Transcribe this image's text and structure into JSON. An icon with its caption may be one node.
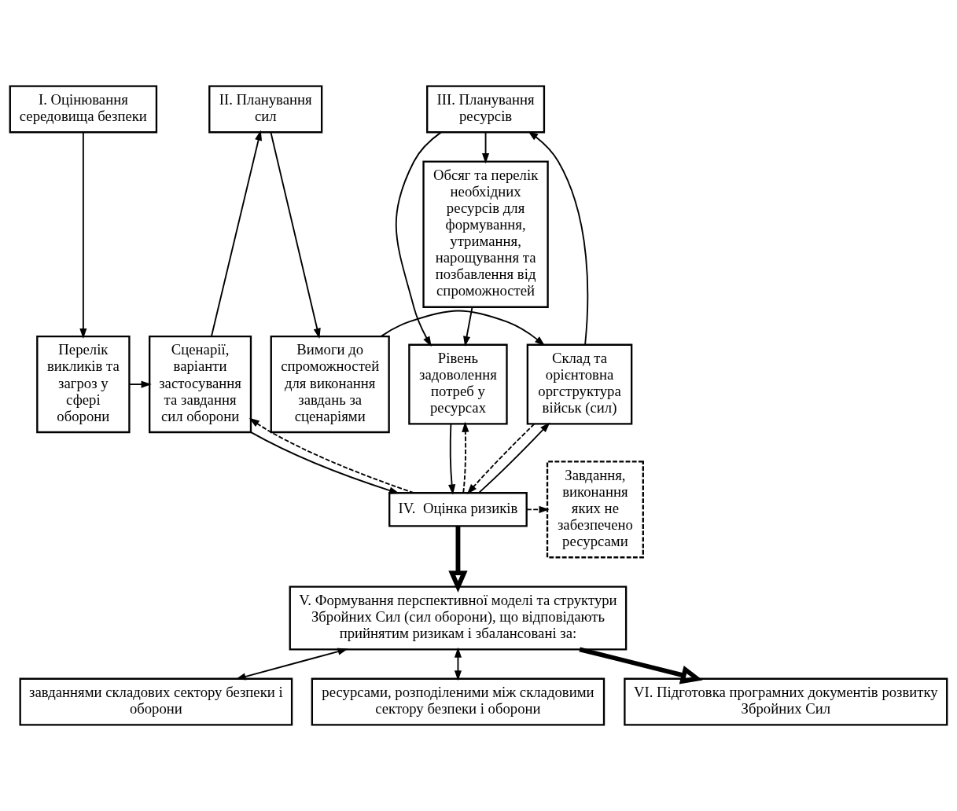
{
  "diagram": {
    "nodes": [
      {
        "text": [
          "I. Оцінювання середовища безпеки"
        ]
      },
      {
        "text": [
          "II. Планування сил"
        ]
      },
      {
        "text": [
          "III. Планування ресурсів"
        ]
      },
      {
        "text": [
          "Перелік викликів та загроз у сфері оборони"
        ]
      },
      {
        "text": [
          "Сценарії, варіанти застосування та завдання сил оборони"
        ]
      },
      {
        "text": [
          "Вимоги до спроможностей для виконання завдань за сценаріями"
        ]
      },
      {
        "text": [
          "Склад та орієнтовна оргструктура військ (сил)"
        ]
      },
      {
        "text": [
          "Рівень задоволення потреб у ресурсах"
        ]
      },
      {
        "text": [
          "Обсяг та перелік необхідних ресурсів для формування, утримання, нарощування та позбавлення від спроможностей"
        ]
      },
      {
        "text": [
          "Завдання, виконання яких не забезпечено ресурсами"
        ]
      },
      {
        "text": [
          "IV.  Оцінка ризиків"
        ]
      },
      {
        "text": [
          "V. Формування перспективної моделі та структури Збройних Сил (сил оборони), що відповідають прийнятим ризикам і збалансовані за:"
        ]
      },
      {
        "text": [
          "завданнями складових сектору безпеки і оборони"
        ]
      },
      {
        "text": [
          "ресурсами, розподіленими між складовими сектору безпеки і оборони"
        ]
      },
      {
        "text": [
          "VI. Підготовка програмних документів розвитку Збройних Сил"
        ]
      }
    ],
    "edges": [
      {
        "from": 0,
        "to": 3,
        "arrow": "to"
      },
      {
        "from": 3,
        "to": 4,
        "arrow": "to"
      },
      {
        "from": 4,
        "to": 1,
        "arrow": "to"
      },
      {
        "from": 1,
        "to": 5,
        "arrow": "to"
      },
      {
        "from": 5,
        "to": 6,
        "arrow": "to"
      },
      {
        "from": 6,
        "to": 2,
        "arrow": "to"
      },
      {
        "from": 2,
        "to": 7,
        "arrow": "to"
      },
      {
        "from": 2,
        "to": 8,
        "arrow": "to"
      },
      {
        "from": 8,
        "to": 7,
        "arrow": "to"
      },
      {
        "from": 4,
        "to": 10,
        "arrow": "to"
      },
      {
        "from": 10,
        "to": 6,
        "arrow": "to"
      },
      {
        "from": 6,
        "to": 10,
        "arrow": "to",
        "style": "dashed"
      },
      {
        "from": 7,
        "to": 10,
        "arrow": "to"
      },
      {
        "from": 10,
        "to": 7,
        "arrow": "to",
        "style": "dashed"
      },
      {
        "from": 10,
        "to": 4,
        "arrow": "to",
        "style": "dashed"
      },
      {
        "from": 10,
        "to": 9,
        "arrow": "to",
        "style": "dashed"
      },
      {
        "from": 10,
        "to": 11,
        "arrow": "to",
        "style": "thick"
      },
      {
        "from": 11,
        "to": 12,
        "arrow": "both"
      },
      {
        "from": 11,
        "to": 13,
        "arrow": "both"
      },
      {
        "from": 11,
        "to": 14,
        "arrow": "to",
        "style": "thick"
      }
    ]
  }
}
